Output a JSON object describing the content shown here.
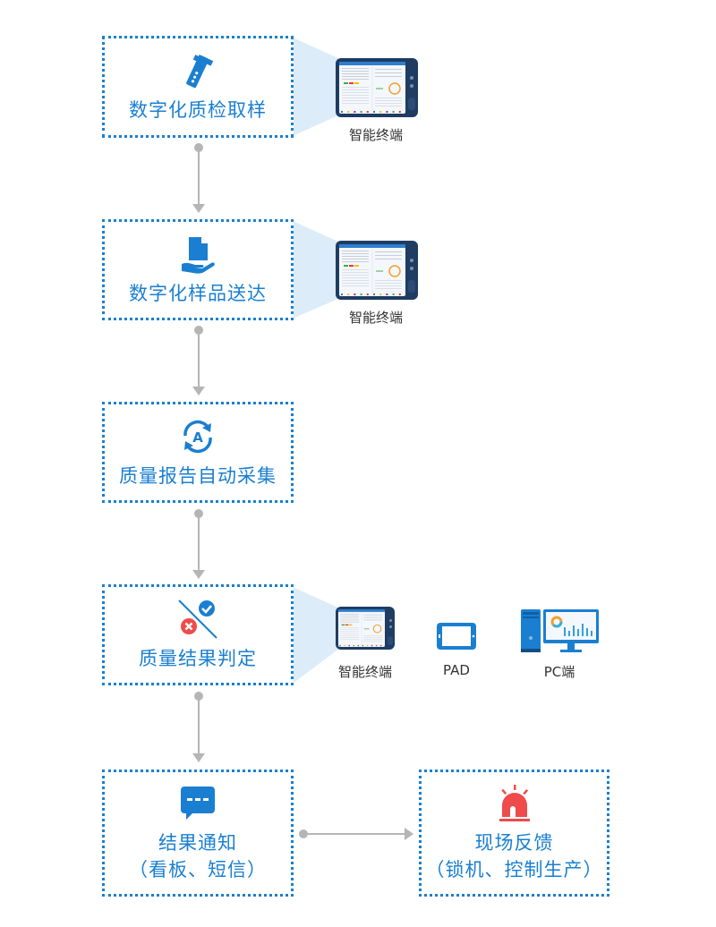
{
  "colors": {
    "accent": "#1a7fd1",
    "connector": "#b5b5b5",
    "beam": "#dcecf8",
    "device_frame": "#1f3c63",
    "alert_red": "#ef4b4b",
    "caption_text": "#333333"
  },
  "steps": [
    {
      "label": "数字化质检取样",
      "icon": "caliper-icon",
      "devices": [
        {
          "caption": "智能终端",
          "type": "smart-terminal"
        }
      ]
    },
    {
      "label": "数字化样品送达",
      "icon": "hand-document-icon",
      "devices": [
        {
          "caption": "智能终端",
          "type": "smart-terminal"
        }
      ]
    },
    {
      "label": "质量报告自动采集",
      "icon": "auto-sync-icon",
      "devices": []
    },
    {
      "label": "质量结果判定",
      "icon": "pass-fail-icon",
      "devices": [
        {
          "caption": "智能终端",
          "type": "smart-terminal"
        },
        {
          "caption": "PAD",
          "type": "pad"
        },
        {
          "caption": "PC端",
          "type": "pc"
        }
      ]
    },
    {
      "label_line1": "结果通知",
      "label_line2": "（看板、短信）",
      "icon": "message-icon"
    },
    {
      "label_line1": "现场反馈",
      "label_line2": "（锁机、控制生产）",
      "icon": "alarm-light-icon"
    }
  ]
}
